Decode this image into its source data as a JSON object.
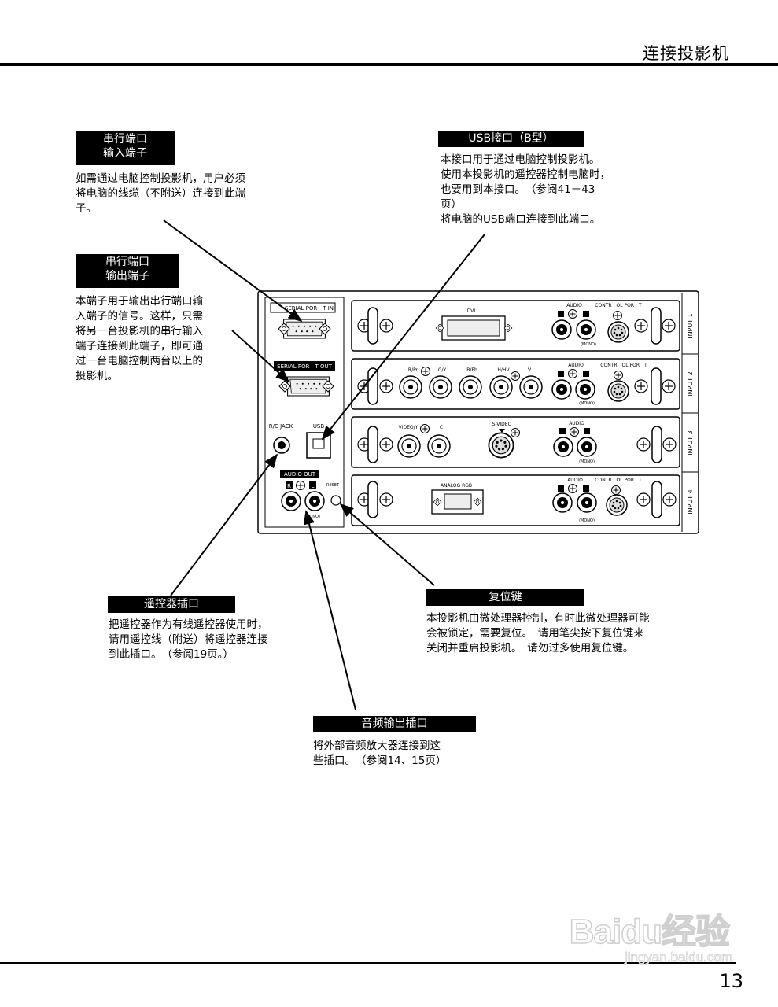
{
  "header": {
    "title": "连接投影机"
  },
  "callouts": {
    "serial_in": {
      "label": "串行端口\n输入端子",
      "desc": "如需通过电脑控制投影机，用户必须\n将电脑的线缆（不附送）连接到此端\n子。"
    },
    "serial_out": {
      "label": "串行端口\n输出端子",
      "desc": "本端子用于输出串行端口输\n入端子的信号。这样，只需\n将另一台投影机的串行输入\n端子连接到此端子，即可通\n过一台电脑控制两台以上的\n投影机。"
    },
    "usb": {
      "label": "USB接口（B型）",
      "desc": "本接口用于通过电脑控制投影机。\n使用本投影机的遥控器控制电脑时，\n也要用到本接口。　（参阅41－43\n页）\n将电脑的USB端口连接到此端口。"
    },
    "remote": {
      "label": "遥控器插口",
      "desc": "把遥控器作为有线遥控器使用时，\n请用遥控线（附送）将遥控器连接\n到此插口。　（参阅19页。）"
    },
    "reset": {
      "label": "复位键",
      "desc": "本投影机由微处理器控制，有时此微处理器可能\n会被锁定，需要复位。　请用笔尖按下复位键来\n关闭并重启投影机。　请勿过多使用复位键。"
    },
    "audio_out": {
      "label": "音频输出插口",
      "desc": "将外部音频放大器连接到这\n些插口。　（参阅14、15页）"
    }
  },
  "panel": {
    "serial_in": "SERIAL POR　T IN",
    "serial_out": "SERIAL POR　T OUT",
    "rc_jack": "R/C JACK",
    "usb": "USB",
    "audio_out": "AUDIO OUT",
    "reset": "RESET",
    "mono": "(MONO)",
    "audio": "AUDIO",
    "control_port": "CONTR　OL POR　T",
    "r": "R",
    "l": "L",
    "inputs": [
      "INPUT 1",
      "INPUT 2",
      "INPUT 3",
      "INPUT 4"
    ],
    "dvi": "DVI",
    "component": [
      "R/Pr",
      "G/Y",
      "B/Pb",
      "H/HV",
      "V"
    ],
    "video_y": "VIDEO/Y",
    "c": "C",
    "s_video": "S-VIDEO",
    "analog_rgb": "ANALOG RGB"
  },
  "footer": {
    "page_number": "13"
  },
  "watermark": {
    "brand": "Baidu经验",
    "url": "jingyan.baidu.com"
  }
}
